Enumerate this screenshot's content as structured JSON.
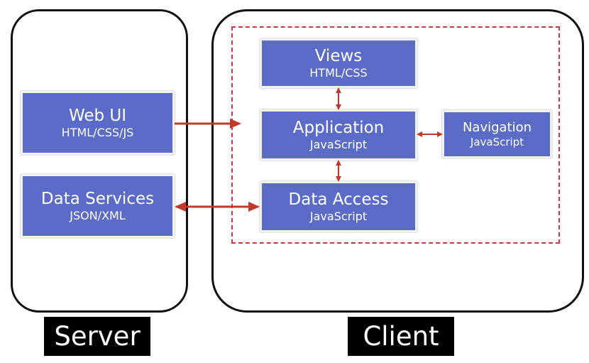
{
  "server": {
    "label": "Server",
    "web_ui": {
      "title": "Web UI",
      "sub": "HTML/CSS/JS"
    },
    "data_services": {
      "title": "Data Services",
      "sub": "JSON/XML"
    }
  },
  "client": {
    "label": "Client",
    "views": {
      "title": "Views",
      "sub": "HTML/CSS"
    },
    "application": {
      "title": "Application",
      "sub": "JavaScript"
    },
    "data_access": {
      "title": "Data Access",
      "sub": "JavaScript"
    },
    "navigation": {
      "title": "Navigation",
      "sub": "JavaScript"
    }
  },
  "colors": {
    "node_fill": "#5b6bc8",
    "arrow": "#c0392b",
    "dashed_border": "#c93b3b",
    "label_bg": "#000000"
  }
}
